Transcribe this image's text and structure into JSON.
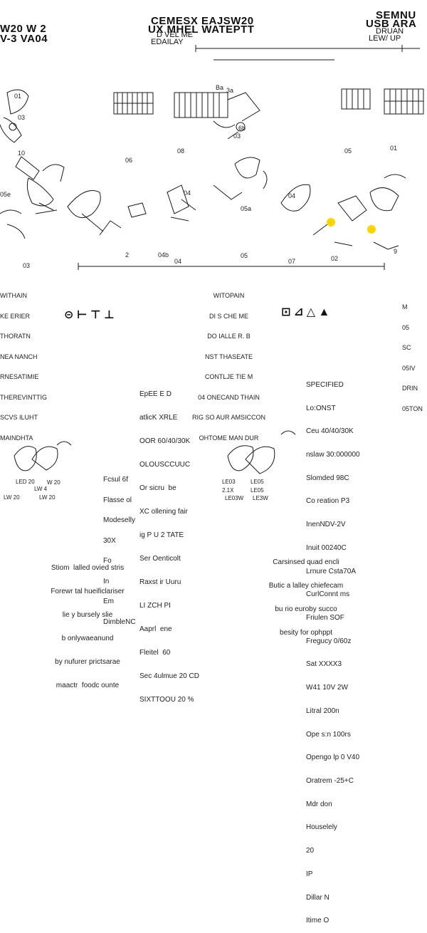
{
  "header": {
    "left_code_1": "W20 W 2",
    "left_code_2": "V-3 VA04",
    "title_line_1": "CEMESX  EAJSW20",
    "title_line_2": "UX MHEL   WATEPTT",
    "title_line_3": "D VEL ME",
    "title_line_4": "EDAILAY",
    "right_line_1": "SEMNU",
    "right_line_2": "USB ARA",
    "right_line_3": "DRUAN",
    "right_line_4": "LEW/ UP"
  },
  "parts": {
    "p1": "01",
    "p2": "03",
    "p3": "Ba",
    "p4": "3a",
    "p5": "6b",
    "p6": "03",
    "p7": "10",
    "p8": "06",
    "p9": "08",
    "p10": "05",
    "p11": "01",
    "p12": "05e",
    "p13": "04",
    "p14": "05a",
    "p15": "04",
    "p16": "2",
    "p17": "04b",
    "p18": "04",
    "p19": "05",
    "p20": "07",
    "p21": "02",
    "p22": "03",
    "p23": "9"
  },
  "left_block": {
    "lines": [
      "WITHAIN",
      "KE ERIER",
      "THORATN",
      "NEA NANCH",
      "RNESATIMIE",
      "THEREVINTTIG",
      "SCVS ILUHT",
      "MAINDHTA"
    ]
  },
  "center_block": {
    "lines": [
      "WITOPAIN",
      "DI S CHE ME",
      "DO IALLE R. B",
      "NST THASEATE",
      "CONTLJE TIE M",
      "04 ONECAND THAIN",
      "RIG SO AUR AMSICCON",
      "OHTOME MAN DUR"
    ]
  },
  "right_block": {
    "lines": [
      "M",
      "05",
      "SC",
      "05IV",
      "DRIN",
      "05TON"
    ]
  },
  "icons": {
    "strip_left_glyphs": "⊝ ⊢ ⊤ ⊥",
    "strip_right_glyphs": "⊡ ⊿ △ ▲"
  },
  "spec_mid": {
    "lines": [
      "EpEE E D",
      "atlicK XRLE",
      "OOR 60/40/30K",
      "OLOUSCCUUC",
      "Or sicru  be",
      "XC ollening fair",
      "ig P U 2 TATE",
      "Ser Oenticolt",
      "Raxst ir Uuru",
      "LI ZCH PI",
      "Aaprl  ene",
      "Fleitel  60",
      "Sec 4ulmue 20 CD",
      "SIXTTOOU 20 %"
    ]
  },
  "spec_right": {
    "lines": [
      "SPECIFIED",
      "Lo:ONST",
      "Ceu 40/40/30K",
      "nslaw 30:000000",
      "Slomded 98C",
      "Co reation P3",
      "InenNDV-2V",
      "Inuit 00240C",
      "Lrnure Csta70A",
      "CurlConnt ms",
      "Friulen SOF",
      "Fregucy 0/60z",
      "Sat XXXX3",
      "W41 10V 2W",
      "Litral 200n",
      "Ope s:n 100rs",
      "Opengo lp 0 V40",
      "Oratrem -25+C",
      "Mdr don",
      "Houselely",
      "20",
      "IP",
      "Dillar N",
      "Itime O"
    ]
  },
  "spec_left": {
    "lines": [
      "Fcsul 6f",
      "Flasse ol",
      "Modeselly",
      "30X",
      "Fo",
      "In",
      "Em",
      "DimbleNC"
    ]
  },
  "bottom_captions": {
    "a1": "LED 20",
    "a2": "LW 4",
    "a3": "W 20",
    "b1": "LW 20",
    "b2": "LW 20",
    "c1": "LE03",
    "c2": "LE05",
    "c3": "2.1X",
    "c4": "LE05",
    "c5": "LE03W",
    "c6": "LE3W"
  },
  "footer_left": {
    "lines": [
      "Stiom  lalled ovied stris",
      "Forewr tal hueificlariser",
      "lie y bursely slie",
      "b onlywaeanund",
      "by nufurer prictsarae",
      "maactr  foodc ounte"
    ]
  },
  "footer_right": {
    "lines": [
      "Carsinsed quad encli",
      "Butic a lalley chiefecam",
      "bu rio euroby succo",
      "besity for ophppt"
    ]
  },
  "colors": {
    "line": "#1a1a1a",
    "highlight": "#ffd400",
    "paper": "#ffffff"
  }
}
